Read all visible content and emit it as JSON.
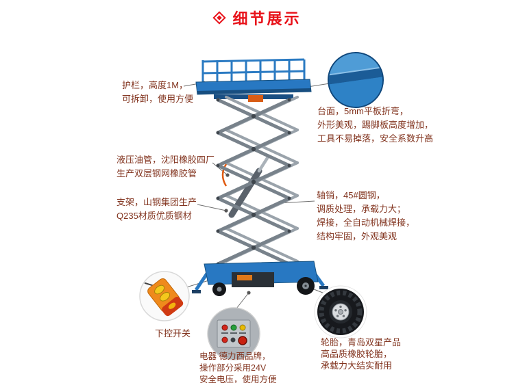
{
  "header": {
    "title": "细节展示",
    "icon": "diamond-icon",
    "accent_color": "#e8121a"
  },
  "colors": {
    "callout_text": "#82341f",
    "lift_blue": "#2878c2",
    "scissor_gray": "#78828b",
    "remote_orange": "#ef8a1c"
  },
  "callouts": {
    "guardrail": {
      "lines": [
        "护栏，高度1M，",
        "可拆卸，使用方便"
      ]
    },
    "platform": {
      "lines": [
        "台面，5mm平板折弯，",
        "外形美观，踢脚板高度增加，",
        "工具不易掉落，安全系数升高"
      ]
    },
    "hose": {
      "lines": [
        "液压油管，沈阳橡胶四厂",
        "生产双层钢网橡胶管"
      ]
    },
    "frame": {
      "lines": [
        "支架，山钢集团生产",
        "Q235材质优质钢材"
      ]
    },
    "pin": {
      "lines": [
        "轴销，45#圆钢，",
        "调质处理，承载力大；",
        "焊接，全自动机械焊接，",
        "结构牢固，外观美观"
      ]
    },
    "lower_switch": {
      "lines": [
        "下控开关"
      ]
    },
    "electric": {
      "lines": [
        "电器 德力西品牌，",
        "操作部分采用24V",
        "安全电压，使用方便"
      ]
    },
    "tire": {
      "lines": [
        "轮胎，青岛双星产品",
        "高品质橡胶轮胎，",
        "承载力大结实耐用"
      ]
    }
  }
}
